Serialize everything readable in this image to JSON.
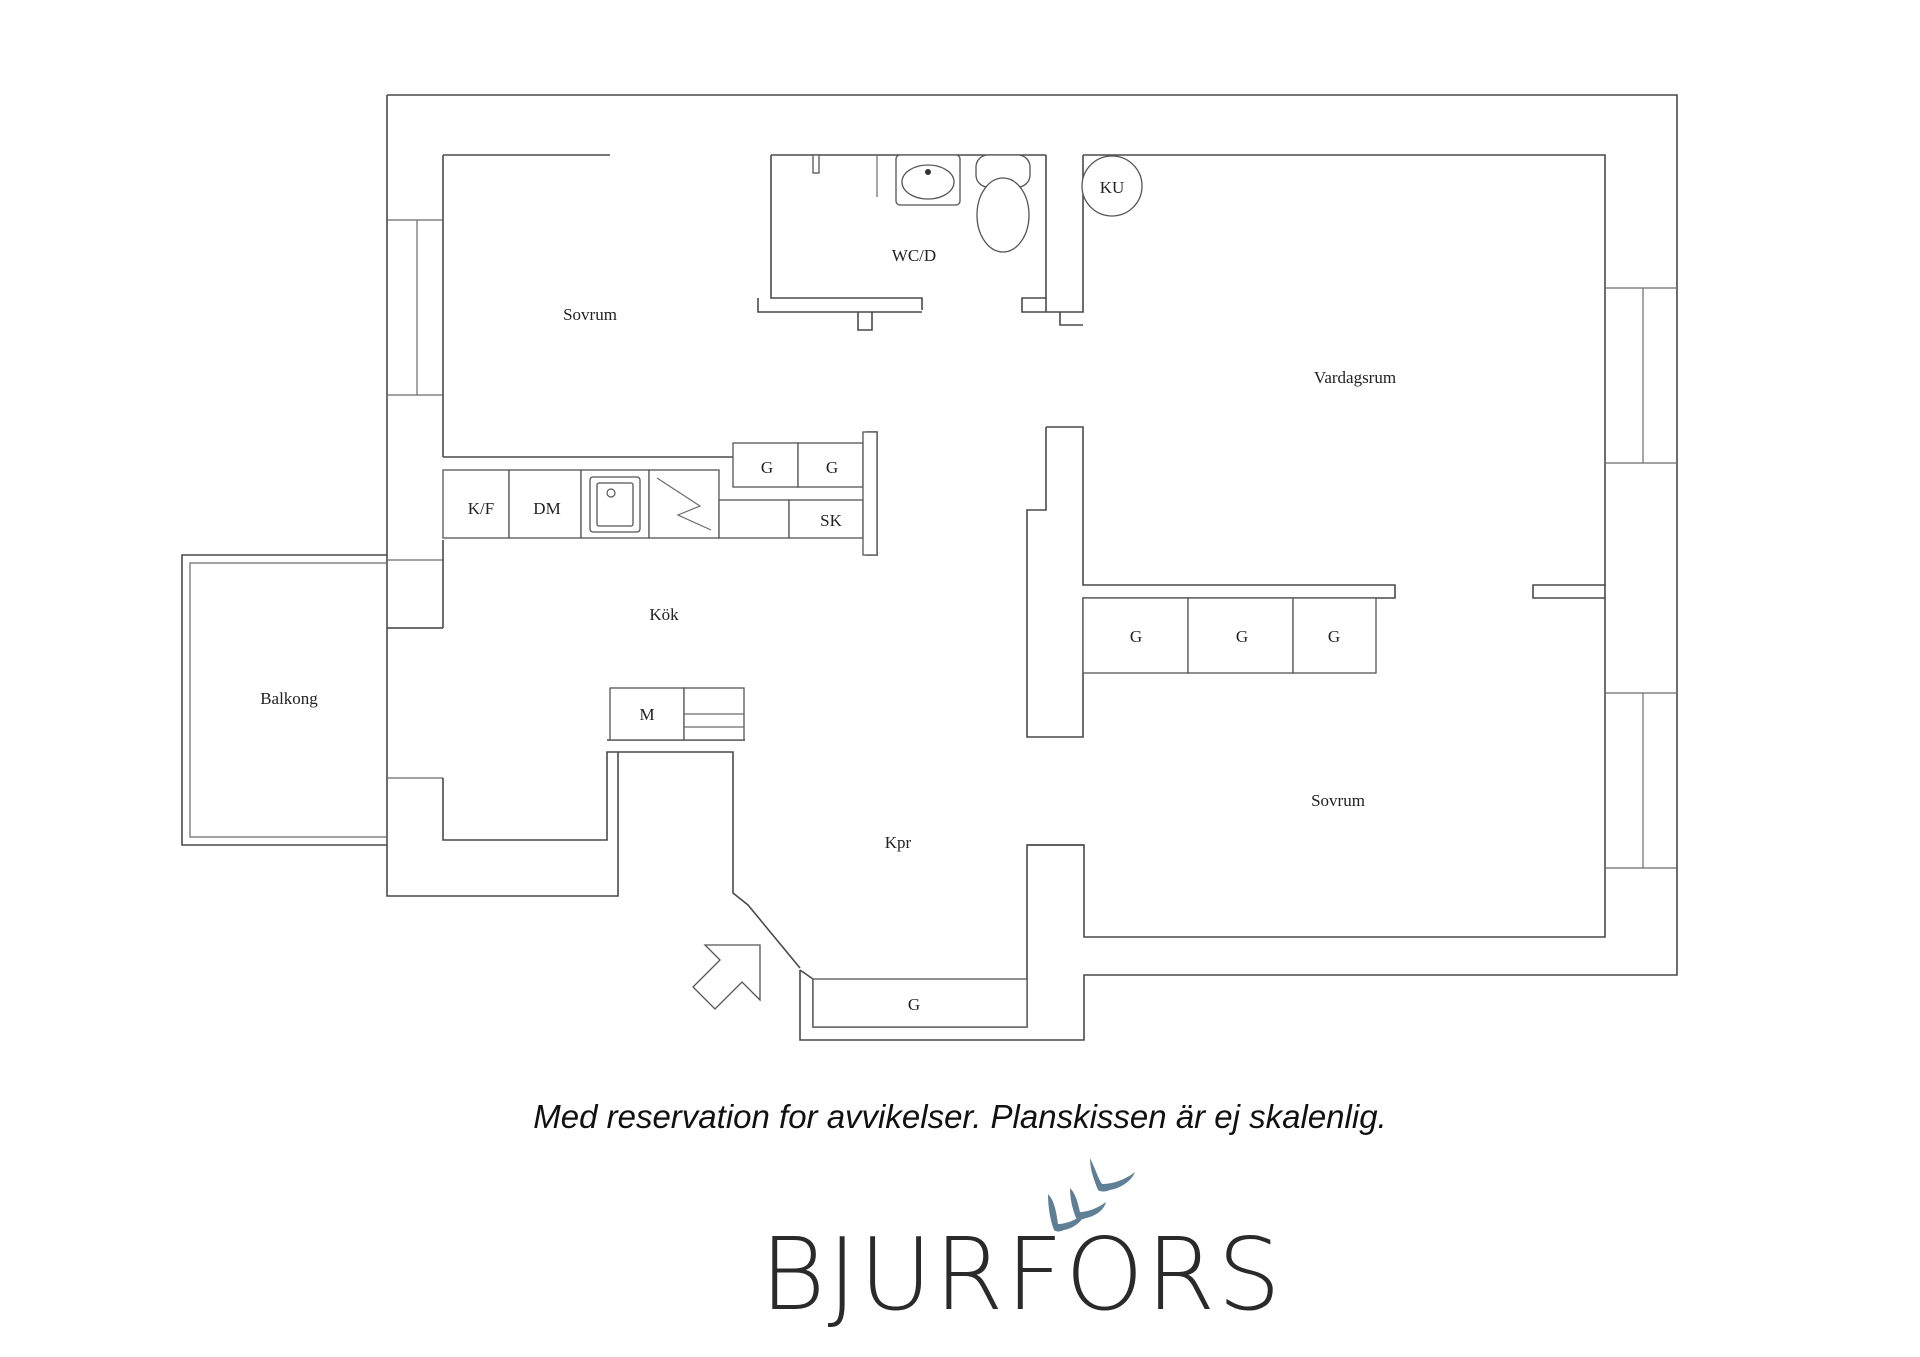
{
  "plan": {
    "rooms": {
      "sovrum_1": "Sovrum",
      "wc": "WC/D",
      "ku": "KU",
      "vardagsrum": "Vardagsrum",
      "kok": "Kök",
      "balkong": "Balkong",
      "kpr": "Kpr",
      "sovrum_2": "Sovrum"
    },
    "fixtures": {
      "kf": "K/F",
      "dm": "DM",
      "g_upper_1": "G",
      "g_upper_2": "G",
      "sk": "SK",
      "m": "M",
      "g_mid_1": "G",
      "g_mid_2": "G",
      "g_mid_3": "G",
      "g_hall": "G"
    }
  },
  "disclaimer": "Med reservation for avvikelser. Planskissen är ej skalenlig.",
  "logo": {
    "text": "BJURFORS",
    "color": "#5f7f96"
  }
}
